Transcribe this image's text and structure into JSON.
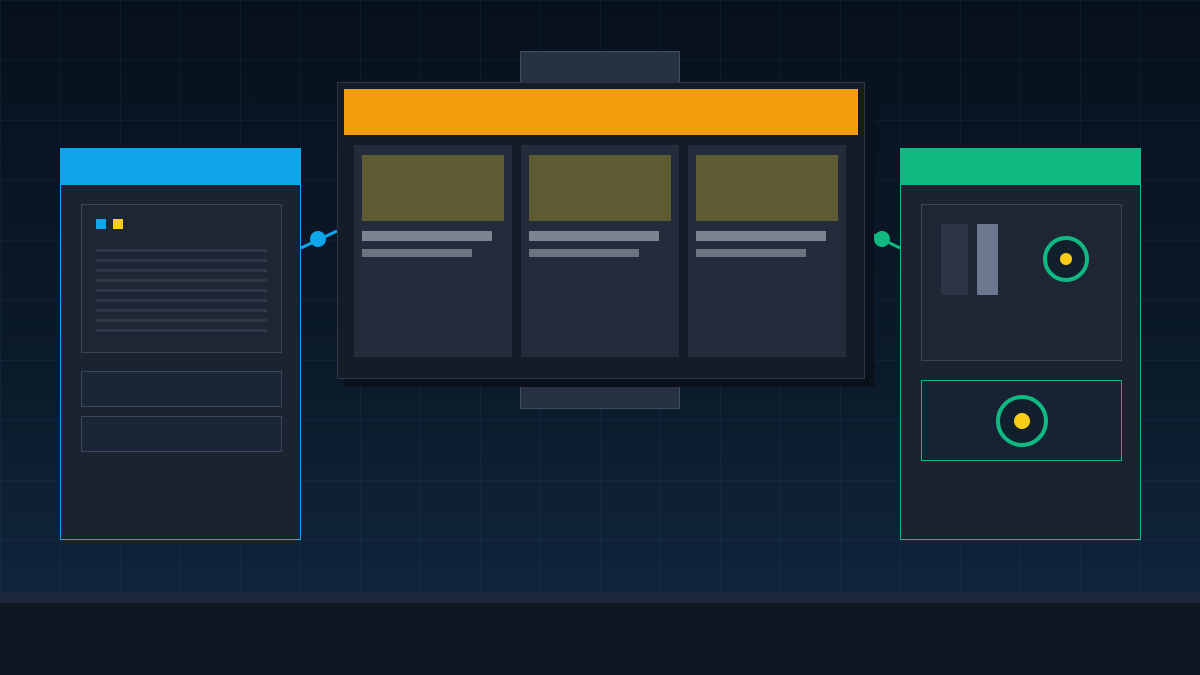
{
  "colors": {
    "left_accent": "#0ea5e9",
    "center_accent": "#f59e0b",
    "right_accent": "#10b981",
    "highlight": "#facc15",
    "card_image": "#5e5a34"
  },
  "icons": {
    "left_markers": [
      "blue-square-icon",
      "yellow-square-icon"
    ],
    "right_indicators": [
      "target-ring-icon",
      "target-ring-icon"
    ]
  },
  "center": {
    "card_count": 3
  },
  "left": {
    "text_lines": 9,
    "slots": 2
  }
}
